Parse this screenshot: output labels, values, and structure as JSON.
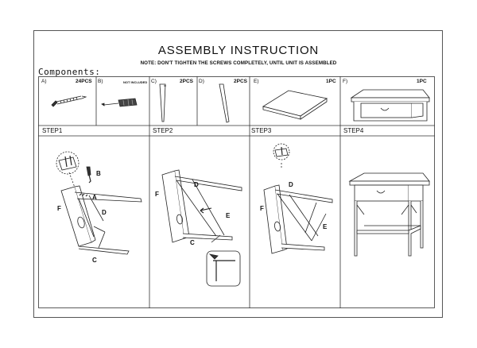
{
  "header": {
    "title": "ASSEMBLY INSTRUCTION",
    "note": "NOTE: DON'T TIGHTEN THE SCREWS COMPLETELY, UNTIL UNIT IS ASSEMBLED",
    "components_label": "Components:"
  },
  "components": [
    {
      "letter": "A)",
      "count": "24PCS",
      "icon": "screw-icon"
    },
    {
      "letter": "B)",
      "count": "NOT INCLUDED",
      "icon": "screwdriver-icon"
    },
    {
      "letter": "C)",
      "count": "2PCS",
      "icon": "leg-icon"
    },
    {
      "letter": "D)",
      "count": "2PCS",
      "icon": "leg-icon"
    },
    {
      "letter": "E)",
      "count": "1PC",
      "icon": "shelf-panel-icon"
    },
    {
      "letter": "F)",
      "count": "1PC",
      "icon": "table-top-with-drawer-icon"
    }
  ],
  "steps": [
    {
      "label": "STEP1",
      "parts": [
        "F",
        "A",
        "B",
        "D",
        "C"
      ]
    },
    {
      "label": "STEP2",
      "parts": [
        "F",
        "D",
        "E",
        "C"
      ]
    },
    {
      "label": "STEP3",
      "parts": [
        "F",
        "D",
        "E"
      ]
    },
    {
      "label": "STEP4",
      "parts": []
    }
  ]
}
